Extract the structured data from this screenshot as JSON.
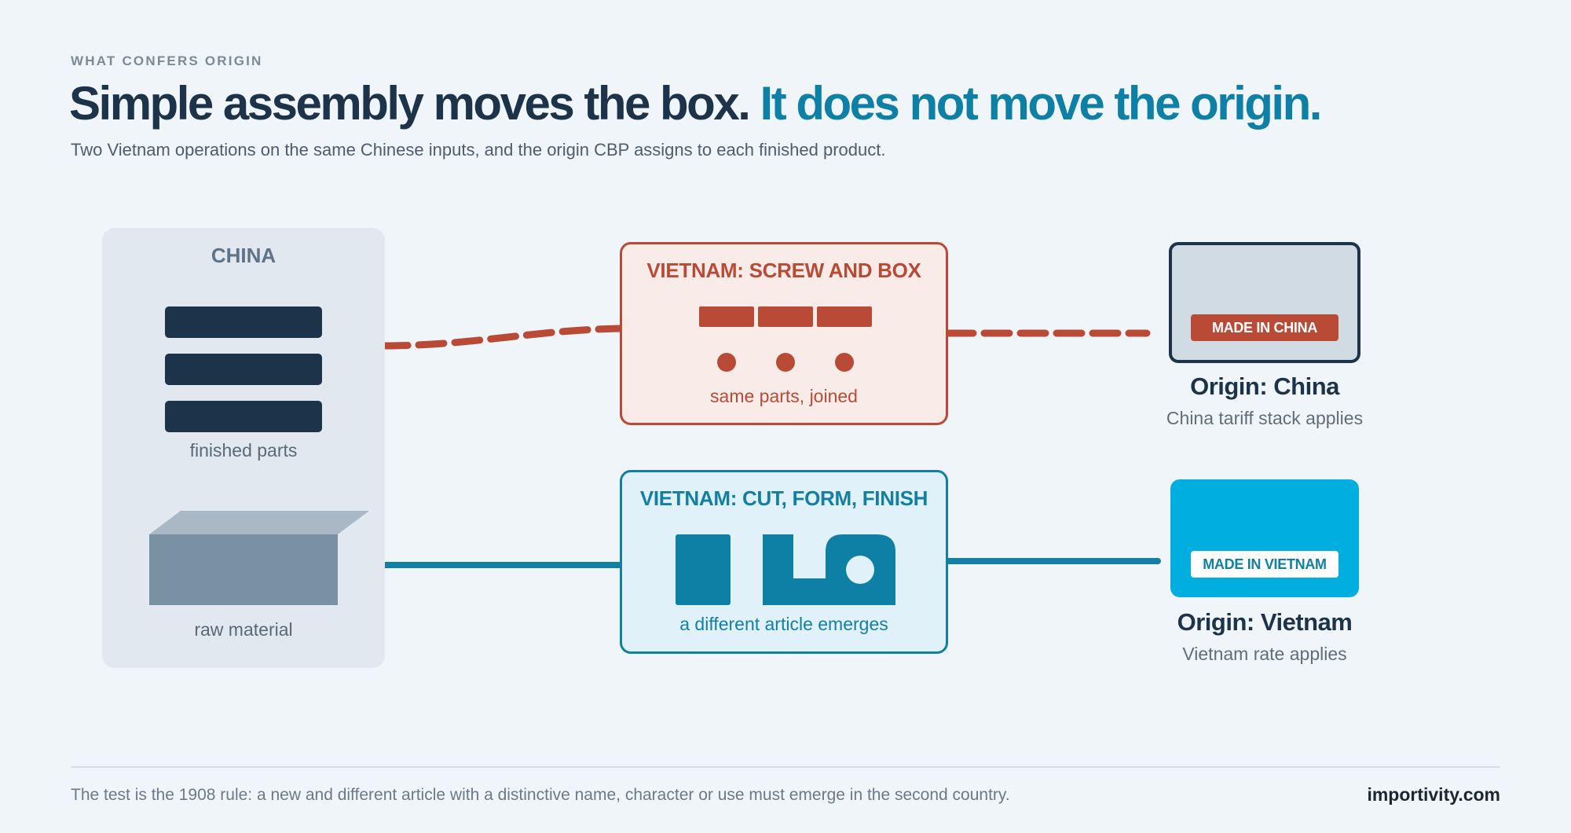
{
  "header": {
    "eyebrow": "WHAT CONFERS ORIGIN",
    "headline_dark": "Simple assembly moves the box.",
    "headline_accent": "It does not move the origin.",
    "subtitle": "Two Vietnam operations on the same Chinese inputs, and the origin CBP assigns to each finished product."
  },
  "source": {
    "title": "CHINA",
    "parts_caption": "finished parts",
    "material_caption": "raw material"
  },
  "process_assembly": {
    "title": "VIETNAM: SCREW AND BOX",
    "caption": "same parts, joined",
    "color": "#b94b36"
  },
  "process_transform": {
    "title": "VIETNAM: CUT, FORM, FINISH",
    "caption": "a different article emerges",
    "color": "#137fa3"
  },
  "outcome_china": {
    "label": "MADE IN CHINA",
    "origin": "Origin: China",
    "note": "China tariff stack applies"
  },
  "outcome_vietnam": {
    "label": "MADE IN VIETNAM",
    "origin": "Origin: Vietnam",
    "note": "Vietnam rate applies"
  },
  "footer": {
    "note": "The test is the 1908 rule: a new and different article with a distinctive name, character or use must emerge in the second country.",
    "brand": "importivity.com"
  }
}
